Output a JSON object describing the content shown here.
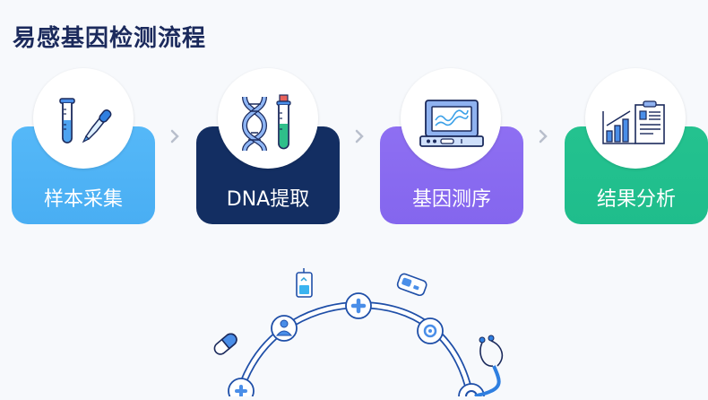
{
  "title": "易感基因检测流程",
  "steps": [
    {
      "label": "样本采集",
      "color": "#4fb3f6",
      "icon": "test-tube-dropper-icon"
    },
    {
      "label": "DNA提取",
      "color": "#142f63",
      "icon": "dna-tube-icon"
    },
    {
      "label": "基因测序",
      "color": "#8a6cf0",
      "icon": "sequencer-icon"
    },
    {
      "label": "结果分析",
      "color": "#22c08e",
      "icon": "chart-report-icon"
    }
  ],
  "arrows": [
    "chevron-right",
    "chevron-right",
    "chevron-right"
  ],
  "illustration": {
    "arc_nodes": [
      "plus-icon",
      "user-icon",
      "plus-icon",
      "gear-icon",
      "stethoscope-node-icon"
    ],
    "floating_icons": [
      "pill-icon",
      "iv-bag-icon",
      "bandage-icon",
      "stethoscope-icon"
    ]
  }
}
